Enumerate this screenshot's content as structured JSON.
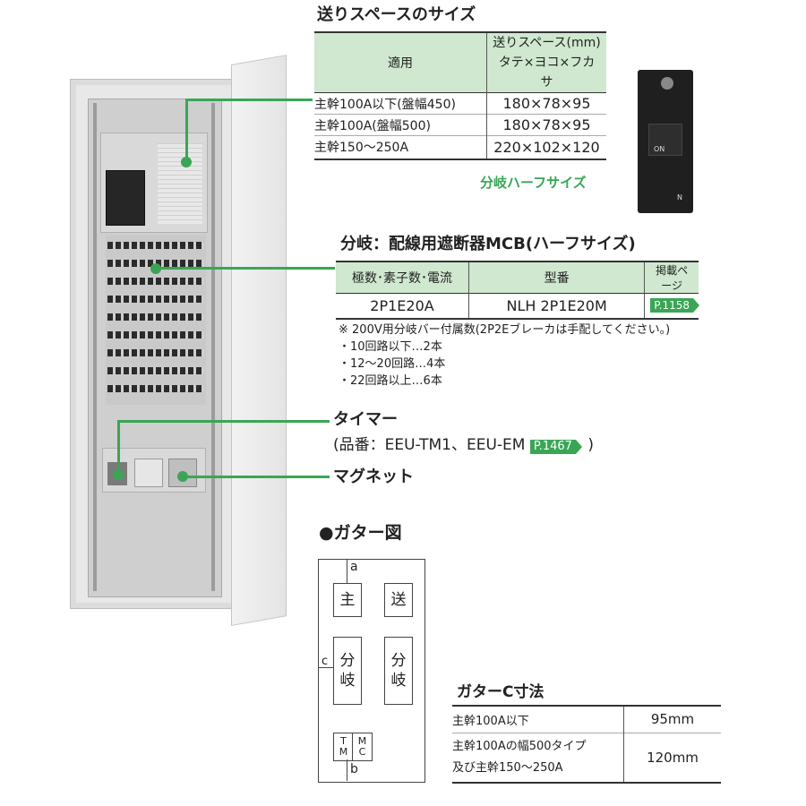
{
  "section1": {
    "title": "送りスペースのサイズ",
    "headers": [
      "適用",
      "送りスペース(mm)",
      "タテ×ヨコ×フカサ"
    ],
    "rows": [
      [
        "主幹100A以下(盤幅450)",
        "180×78×95"
      ],
      [
        "主幹100A(盤幅500)",
        "180×78×95"
      ],
      [
        "主幹150～250A",
        "220×102×120"
      ]
    ]
  },
  "breaker_photo": {
    "caption": "分岐ハーフサイズ",
    "label_on": "ON",
    "label_n": "N"
  },
  "section2": {
    "title": "分岐：配線用遮断器MCB(ハーフサイズ)",
    "headers": [
      "極数･素子数･電流",
      "型番",
      "掲載ページ"
    ],
    "row": [
      "2P1E20A",
      "NLH 2P1E20M",
      "P.1158"
    ],
    "notes": [
      "※ 200V用分岐バー付属数(2P2Eブレーカは手配してください。)",
      "・10回路以下…2本",
      "・12～20回路…4本",
      "・22回路以上…6本"
    ]
  },
  "timer": {
    "title": "タイマー",
    "detail_prefix": "(品番：EEU-TM1、EEU-EM",
    "page": "P.1467",
    "detail_suffix": ")"
  },
  "magnet": {
    "title": "マグネット"
  },
  "gutter": {
    "title": "●ガター図",
    "cell_main": "主",
    "cell_send": "送",
    "cell_branch1": "分\n岐",
    "cell_branch2": "分\n岐",
    "cell_tm": "T\nM",
    "cell_mc": "M\nC",
    "label_a": "a",
    "label_b": "b",
    "label_c": "c"
  },
  "gutter_c": {
    "title": "ガターC寸法",
    "rows": [
      {
        "label": "主幹100A以下",
        "value": "95mm"
      },
      {
        "label": "主幹100Aの幅500タイプ\n及び主幹150～250A",
        "value": "120mm"
      }
    ]
  },
  "colors": {
    "accent": "#3aa655",
    "header_bg": "#cfe8cf"
  }
}
